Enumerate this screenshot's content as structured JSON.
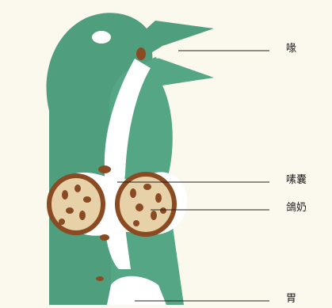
{
  "labels": {
    "beak": "喙",
    "crop": "嗉囊",
    "pigeon_milk": "鴿奶",
    "stomach": "胃"
  },
  "colors": {
    "background": "#fbf8ee",
    "body_green": "#4f9f7f",
    "body_shadow": "#3f8a6c",
    "gland_brown": "#8a4a22",
    "gland_fill": "#e7d1a8",
    "white": "#ffffff",
    "line": "#222222"
  }
}
